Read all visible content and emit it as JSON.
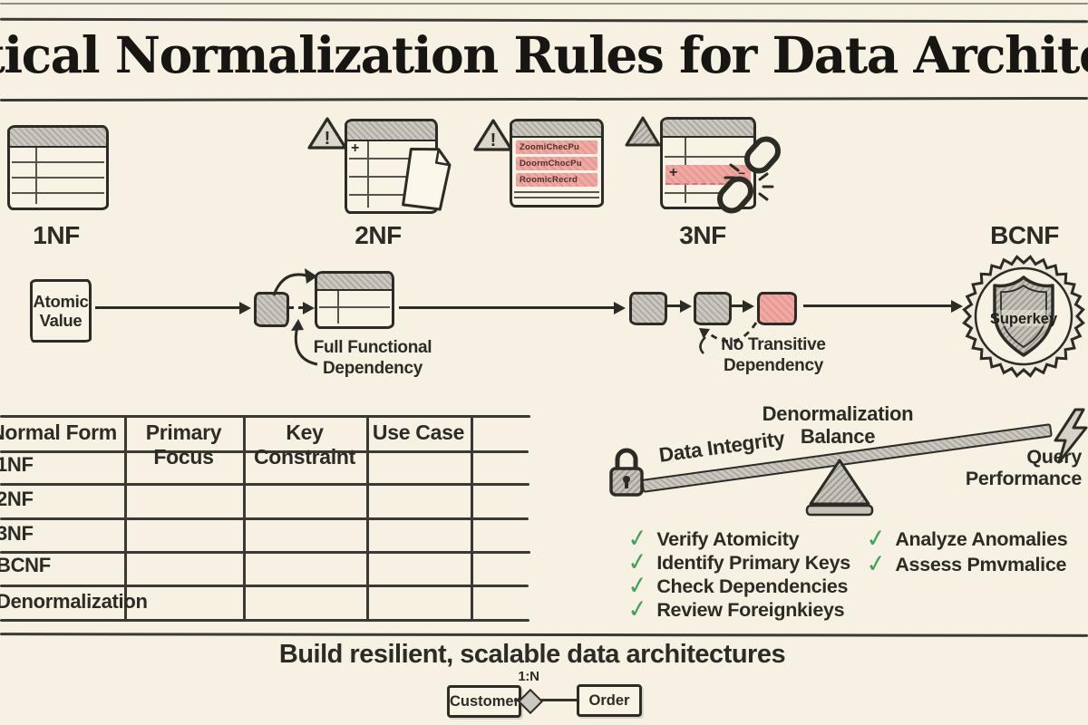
{
  "title": "Critical Normalization Rules for Data Architects",
  "stages": {
    "s1": "1NF",
    "s2": "2NF",
    "s3": "3NF",
    "s4": "BCNF"
  },
  "glyphs": {
    "plus": "+",
    "dash": "–",
    "warning": "!"
  },
  "badtable": {
    "rows": [
      "ZoomiChecPu",
      "DoormChocPu",
      "RoomicRecrd"
    ]
  },
  "flow": {
    "atomic_label": "Atomic Value",
    "ffd_label": "Full Functional Dependency",
    "ntd_label": "No Transitive Dependency",
    "superkey": "Superkey"
  },
  "reference_table": {
    "headers": [
      "Normal Form",
      "Primary Focus",
      "Key Constraint",
      "Use Case"
    ],
    "rows": [
      "1NF",
      "2NF",
      "3NF",
      "BCNF",
      "Denormalization"
    ]
  },
  "balance": {
    "title": "Denormalization Balance",
    "left_label": "Data Integrity",
    "right_label": "Query Performance"
  },
  "checklist": {
    "check_mark": "✓",
    "left": [
      "Verify Atomicity",
      "Identify Primary Keys",
      "Check Dependencies",
      "Review Foreignkieys"
    ],
    "right": [
      "Analyze Anomalies",
      "Assess Pmvmalice"
    ]
  },
  "footer": {
    "tagline": "Build resilient, scalable data architectures",
    "er_left": "Customer",
    "er_right": "Order",
    "er_cardinality": "1:N"
  },
  "colors": {
    "background": "#f6f1e2",
    "ink": "#2c2b26",
    "pink": "#f0a9a2",
    "green_check": "#43a159",
    "pencil_gray": "#cbc7be"
  }
}
